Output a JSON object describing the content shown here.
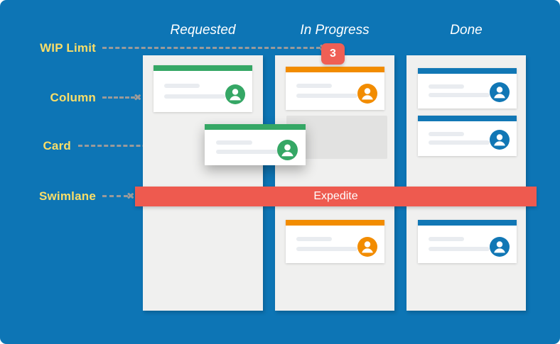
{
  "board": {
    "background_color": "#0d75b5",
    "column_background": "#f0f0ef"
  },
  "annotations": [
    {
      "label": "WIP Limit",
      "points_to": "wip-badge"
    },
    {
      "label": "Column",
      "points_to": "requested-column"
    },
    {
      "label": "Card",
      "points_to": "dragged-card"
    },
    {
      "label": "Swimlane",
      "points_to": "expedite-swimlane"
    }
  ],
  "columns": [
    {
      "title": "Requested",
      "accent": "#35a765"
    },
    {
      "title": "In Progress",
      "accent": "#f28c00",
      "wip_limit": "3"
    },
    {
      "title": "Done",
      "accent": "#1177b5"
    }
  ],
  "wip_limit": {
    "value": "3",
    "color": "#ef5f55"
  },
  "swimlane": {
    "label": "Expedite",
    "color": "#ee5a4f"
  },
  "cards": {
    "requested_top": {
      "accent": "#35a765",
      "avatar": "user-avatar-icon"
    },
    "dragged": {
      "accent": "#35a765",
      "avatar": "user-avatar-icon"
    },
    "in_progress_top": {
      "accent": "#f28c00",
      "avatar": "user-avatar-icon"
    },
    "in_progress_bottom": {
      "accent": "#f28c00",
      "avatar": "user-avatar-icon"
    },
    "done_top": {
      "accent": "#1177b5",
      "avatar": "user-avatar-icon"
    },
    "done_second": {
      "accent": "#1177b5",
      "avatar": "user-avatar-icon"
    },
    "done_bottom": {
      "accent": "#1177b5",
      "avatar": "user-avatar-icon"
    }
  },
  "placeholder": {
    "name": "drop-target-placeholder",
    "color": "#e2e2e1"
  }
}
